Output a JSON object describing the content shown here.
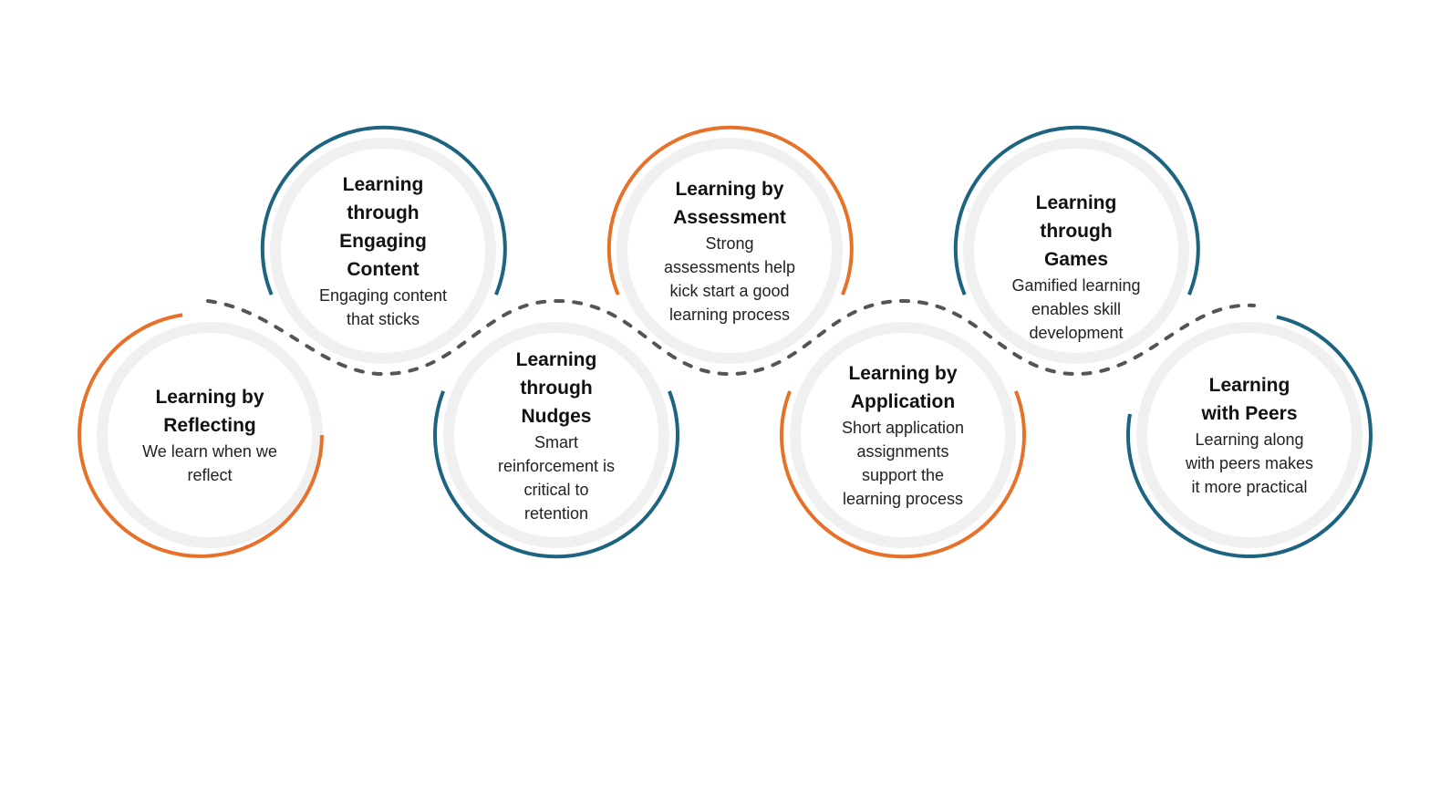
{
  "colors": {
    "orange": "#e8712a",
    "blue": "#1d6480",
    "inner_ring": "#f0f0f0",
    "connector": "#555555"
  },
  "nodes": [
    {
      "title": "Learning by\nReflecting",
      "description": "We learn when we\nreflect",
      "ring_color": "orange"
    },
    {
      "title": "Learning\nthrough\nEngaging\nContent",
      "description": "Engaging content\nthat sticks",
      "ring_color": "blue"
    },
    {
      "title": "Learning\nthrough\nNudges",
      "description": "Smart\nreinforcement is\ncritical to\nretention",
      "ring_color": "blue"
    },
    {
      "title": "Learning by\nAssessment",
      "description": "Strong\nassessments help\nkick start a good\nlearning process",
      "ring_color": "orange"
    },
    {
      "title": "Learning by\nApplication",
      "description": "Short application\nassignments\nsupport the\nlearning process",
      "ring_color": "orange"
    },
    {
      "title": "Learning\nthrough\nGames",
      "description": "Gamified learning\nenables skill\ndevelopment",
      "ring_color": "blue"
    },
    {
      "title": "Learning\nwith Peers",
      "description": "Learning along\nwith peers makes\nit more practical",
      "ring_color": "blue"
    }
  ]
}
